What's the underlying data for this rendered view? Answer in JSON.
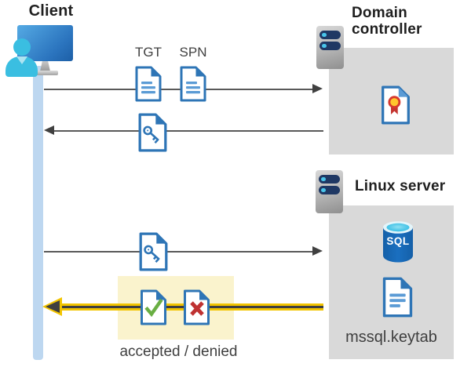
{
  "actors": {
    "client": {
      "label": "Client"
    },
    "domain_controller": {
      "label": "Domain controller"
    },
    "linux_server": {
      "label": "Linux server"
    }
  },
  "labels": {
    "tgt": "TGT",
    "spn": "SPN",
    "sql": "SQL",
    "keytab": "mssql.keytab",
    "result": "accepted / denied"
  },
  "flows": [
    {
      "from": "client",
      "to": "domain-controller",
      "carries": [
        "TGT",
        "SPN"
      ],
      "direction": "right",
      "highlighted": false
    },
    {
      "from": "domain-controller",
      "to": "client",
      "carries": [
        "key-ticket"
      ],
      "direction": "left",
      "highlighted": false
    },
    {
      "from": "client",
      "to": "linux-server",
      "carries": [
        "key-ticket"
      ],
      "direction": "right",
      "highlighted": false
    },
    {
      "from": "linux-server",
      "to": "client",
      "carries": [
        "accepted",
        "denied"
      ],
      "direction": "left",
      "highlighted": true
    }
  ],
  "colors": {
    "doc_blue": "#2e75b6",
    "doc_line_blue": "#5b9bd5",
    "lifeline_blue": "#bdd7f0",
    "person_cyan": "#3abee1",
    "box_gray": "#d9d9d9",
    "highlight_yellow_bg": "#faf3cd",
    "arrow_yellow": "#f2c400",
    "arrow_gray": "#595959",
    "accept_green": "#69ae43",
    "deny_red": "#bf3232"
  }
}
